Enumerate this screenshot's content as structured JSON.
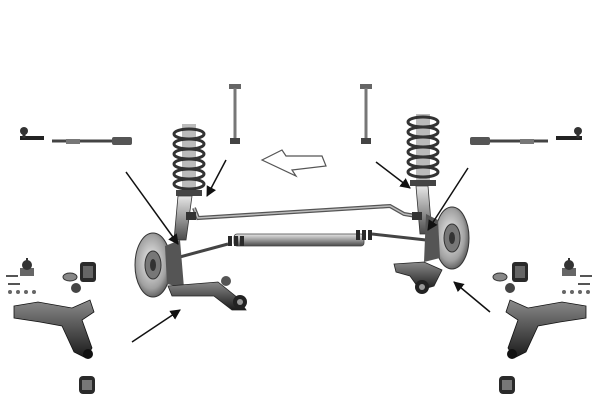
{
  "diagram": {
    "kind": "front-axle suspension parts kit (exploded view)",
    "colors": {
      "background": "#ffffff",
      "metal_dark": "#1e1e1e",
      "metal_mid": "#7a7a7a",
      "metal_light": "#c8c8c8",
      "rubber": "#2a2a2a",
      "arrow": "#111111"
    },
    "parts": [
      {
        "id": "tie-rod-end",
        "count": 2
      },
      {
        "id": "inner-tie-rod",
        "count": 2
      },
      {
        "id": "stabilizer-link",
        "count": 2
      },
      {
        "id": "coil-spring-strut",
        "count": 2
      },
      {
        "id": "steering-rack",
        "count": 1
      },
      {
        "id": "anti-roll-bar",
        "count": 1
      },
      {
        "id": "brake-disc-hub",
        "count": 2
      },
      {
        "id": "lower-control-arm",
        "count": 4
      },
      {
        "id": "ball-joint",
        "count": 2
      },
      {
        "id": "bushing",
        "count": 6
      },
      {
        "id": "bolt-set",
        "count": 2
      }
    ],
    "direction_indicator": "forward-arrow-icon"
  }
}
